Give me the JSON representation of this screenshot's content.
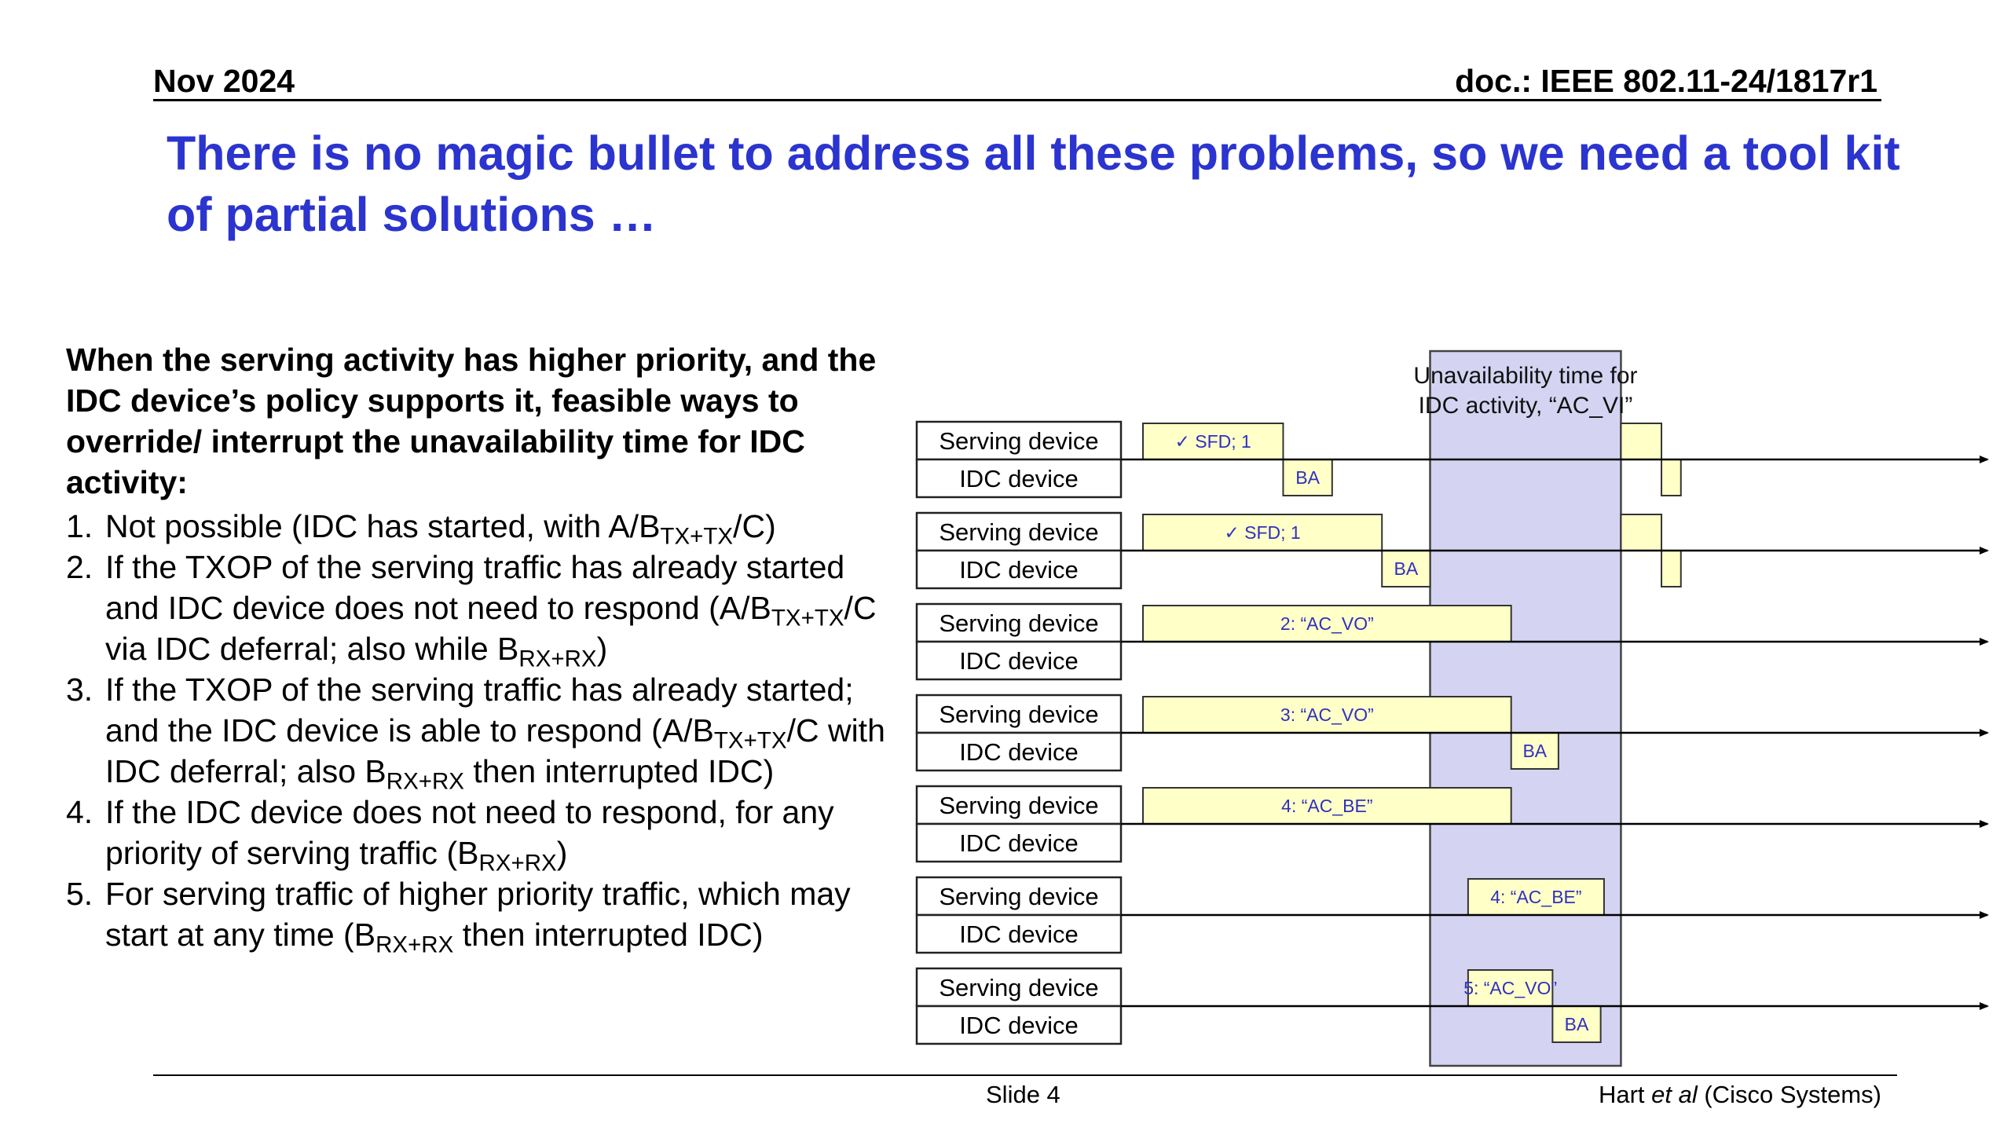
{
  "header": {
    "date": "Nov 2024",
    "doc": "doc.: IEEE 802.11-24/1817r1"
  },
  "title": "There is no magic bullet to address all these problems, so we need a tool kit of partial solutions …",
  "text": {
    "lead": "When the serving activity has higher priority, and the IDC device’s policy supports it, feasible ways to override/ interrupt the unavailability time for IDC activity:",
    "items": [
      {
        "num": "1.",
        "parts": [
          [
            "t",
            "Not possible (IDC has started, with A/B"
          ],
          [
            "s",
            "TX+TX"
          ],
          [
            "t",
            "/C)"
          ]
        ]
      },
      {
        "num": "2.",
        "parts": [
          [
            "t",
            "If the TXOP of the serving traffic has already started and IDC device does not need to respond (A/B"
          ],
          [
            "s",
            "TX+TX"
          ],
          [
            "t",
            "/C via IDC deferral; also while B"
          ],
          [
            "s",
            "RX+RX"
          ],
          [
            "t",
            ")"
          ]
        ]
      },
      {
        "num": "3.",
        "parts": [
          [
            "t",
            "If the TXOP of the serving traffic has already started; and the IDC device is able to respond (A/B"
          ],
          [
            "s",
            "TX+TX"
          ],
          [
            "t",
            "/C with IDC deferral; also B"
          ],
          [
            "s",
            "RX+RX"
          ],
          [
            "t",
            " then interrupted IDC)"
          ]
        ]
      },
      {
        "num": "4.",
        "parts": [
          [
            "t",
            "If the IDC device does not need to respond, for any priority of serving traffic (B"
          ],
          [
            "s",
            "RX+RX"
          ],
          [
            "t",
            ")"
          ]
        ]
      },
      {
        "num": "5.",
        "parts": [
          [
            "t",
            "For serving traffic of higher priority traffic, which may start at any time (B"
          ],
          [
            "s",
            "RX+RX"
          ],
          [
            "t",
            " then interrupted IDC)"
          ]
        ]
      }
    ]
  },
  "diagram": {
    "unavail_label": [
      "Unavailability time for",
      "IDC activity, “AC_VI”"
    ],
    "serving_label": "Serving device",
    "idc_label": "IDC device",
    "colors": {
      "unavail": "#d4d4f2",
      "frame": "#ffffc8",
      "frame_text": "#3030c0"
    },
    "rows": [
      {
        "frames": [
          {
            "lane": "serving",
            "start": 0.0,
            "end": 0.166,
            "label": "✓ SFD; 1"
          },
          {
            "lane": "idc",
            "start": 0.166,
            "end": 0.224,
            "label": "BA"
          },
          {
            "lane": "serving",
            "start": 0.566,
            "end": 0.614,
            "label": ""
          },
          {
            "lane": "idc",
            "start": 0.614,
            "end": 0.637,
            "label": ""
          }
        ]
      },
      {
        "frames": [
          {
            "lane": "serving",
            "start": 0.0,
            "end": 0.283,
            "label": "✓ SFD; 1"
          },
          {
            "lane": "idc",
            "start": 0.283,
            "end": 0.34,
            "label": "BA"
          },
          {
            "lane": "serving",
            "start": 0.566,
            "end": 0.614,
            "label": ""
          },
          {
            "lane": "idc",
            "start": 0.614,
            "end": 0.637,
            "label": ""
          }
        ]
      },
      {
        "frames": [
          {
            "lane": "serving",
            "start": 0.0,
            "end": 0.436,
            "label": "2: “AC_VO”"
          }
        ]
      },
      {
        "frames": [
          {
            "lane": "serving",
            "start": 0.0,
            "end": 0.436,
            "label": "3: “AC_VO”"
          },
          {
            "lane": "idc",
            "start": 0.436,
            "end": 0.492,
            "label": "BA"
          }
        ]
      },
      {
        "frames": [
          {
            "lane": "serving",
            "start": 0.0,
            "end": 0.436,
            "label": "4: “AC_BE”"
          }
        ]
      },
      {
        "frames": [
          {
            "lane": "serving",
            "start": 0.385,
            "end": 0.546,
            "label": "4: “AC_BE”"
          }
        ]
      },
      {
        "frames": [
          {
            "lane": "serving",
            "start": 0.385,
            "end": 0.485,
            "label": "5: “AC_VO”"
          },
          {
            "lane": "idc",
            "start": 0.485,
            "end": 0.542,
            "label": "BA"
          }
        ]
      }
    ],
    "unavail": {
      "start": 0.34,
      "end": 0.566
    }
  },
  "footer": {
    "slide": "Slide 4",
    "author_pre": "Hart ",
    "author_em": "et al",
    "author_post": " (Cisco Systems)"
  }
}
